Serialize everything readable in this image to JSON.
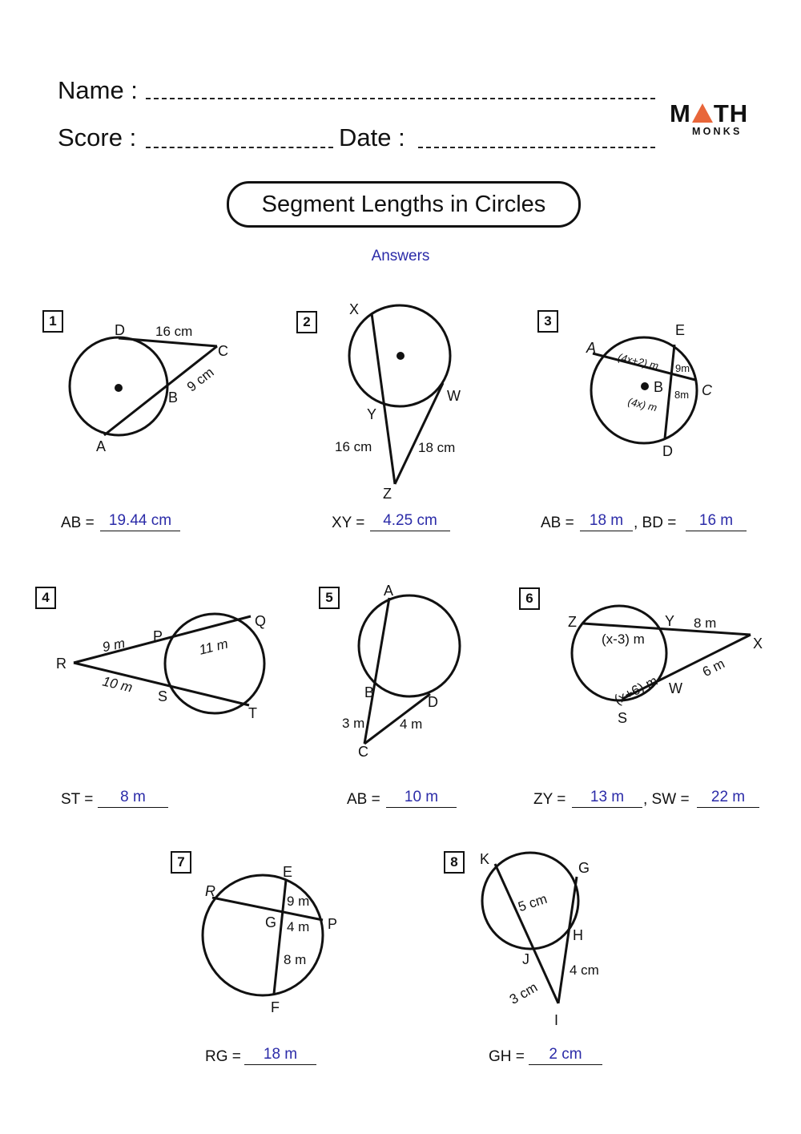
{
  "header": {
    "name_label": "Name :",
    "score_label": "Score :",
    "date_label": "Date :"
  },
  "logo": {
    "line1_pre": "M",
    "line1_post": "TH",
    "line2": "MONKS",
    "accent": "#e8663a"
  },
  "title": "Segment Lengths in Circles",
  "subtitle": "Answers",
  "problems": [
    {
      "num": "1",
      "labels": {
        "d": "D",
        "c": "C",
        "b": "B",
        "a": "A"
      },
      "measures": [
        "16 cm",
        "9 cm"
      ],
      "answers": [
        {
          "label": "AB =",
          "value": "19.44 cm"
        }
      ]
    },
    {
      "num": "2",
      "labels": {
        "x": "X",
        "w": "W",
        "y": "Y",
        "z": "Z"
      },
      "measures": [
        "16 cm",
        "18 cm"
      ],
      "answers": [
        {
          "label": "XY =",
          "value": "4.25 cm"
        }
      ]
    },
    {
      "num": "3",
      "labels": {
        "e": "E",
        "a": "A",
        "b": "B",
        "c": "C",
        "d": "D"
      },
      "measures": [
        "(4x+2) m",
        "9m",
        "8m",
        "(4x) m"
      ],
      "answers": [
        {
          "label": "AB =",
          "value": "18 m"
        },
        {
          "label": ", BD =",
          "value": "16 m"
        }
      ]
    },
    {
      "num": "4",
      "labels": {
        "r": "R",
        "p": "P",
        "q": "Q",
        "s": "S",
        "t": "T"
      },
      "measures": [
        "9 m",
        "11 m",
        "10 m"
      ],
      "answers": [
        {
          "label": "ST =",
          "value": "8 m"
        }
      ]
    },
    {
      "num": "5",
      "labels": {
        "a": "A",
        "b": "B",
        "d": "D",
        "c": "C"
      },
      "measures": [
        "3 m",
        "4 m"
      ],
      "answers": [
        {
          "label": "AB =",
          "value": "10 m"
        }
      ]
    },
    {
      "num": "6",
      "labels": {
        "z": "Z",
        "y": "Y",
        "x": "X",
        "w": "W",
        "s": "S"
      },
      "measures": [
        "8 m",
        "(x-3) m",
        "(x+6) m",
        "6 m"
      ],
      "answers": [
        {
          "label": "ZY =",
          "value": "13 m"
        },
        {
          "label": ", SW =",
          "value": "22 m"
        }
      ]
    },
    {
      "num": "7",
      "labels": {
        "e": "E",
        "r": "R",
        "g": "G",
        "p": "P",
        "f": "F"
      },
      "measures": [
        "9 m",
        "4 m",
        "8 m"
      ],
      "answers": [
        {
          "label": "RG =",
          "value": "18 m"
        }
      ]
    },
    {
      "num": "8",
      "labels": {
        "k": "K",
        "g": "G",
        "h": "H",
        "j": "J",
        "i": "I"
      },
      "measures": [
        "5 cm",
        "4 cm",
        "3 cm"
      ],
      "answers": [
        {
          "label": "GH =",
          "value": "2 cm"
        }
      ]
    }
  ]
}
